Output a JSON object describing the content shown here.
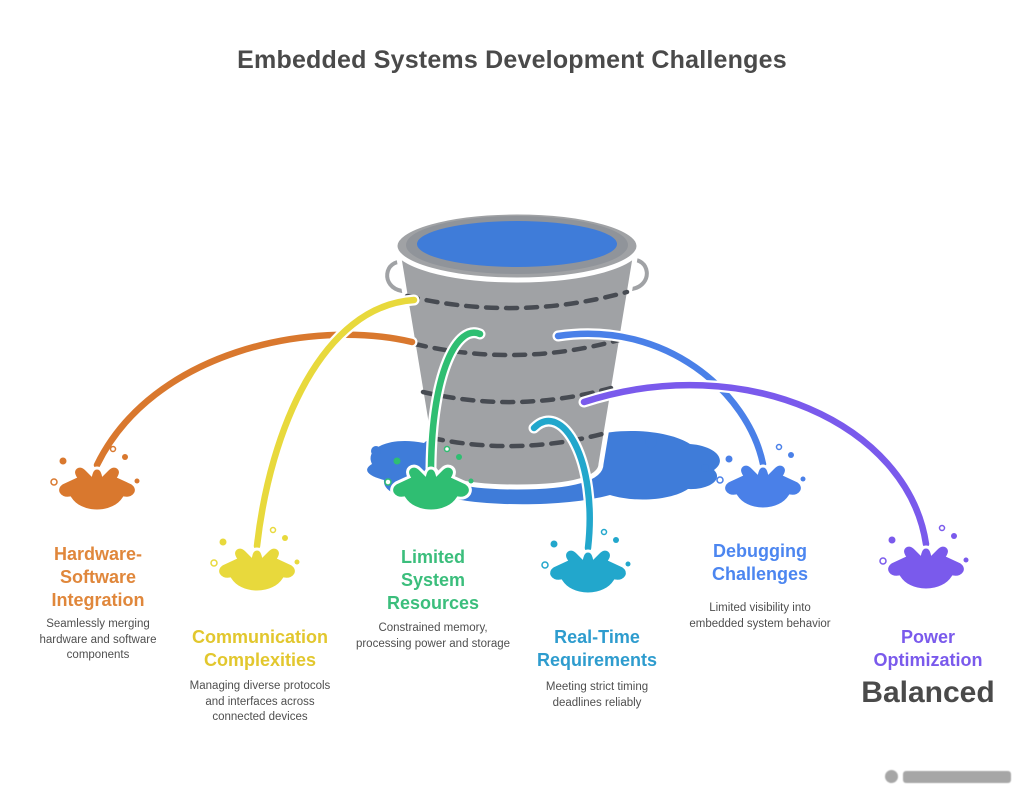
{
  "title": "Embedded Systems Development Challenges",
  "bucket": {
    "body_color": "#a0a2a5",
    "water_color": "#3f7cd9",
    "puddle_color": "#3f7cd9",
    "dash_color": "#474b52"
  },
  "challenges": [
    {
      "id": "hardware-software-integration",
      "label": "Hardware-Software Integration",
      "desc": "Seamlessly merging hardware and software components",
      "color": "#e0873b",
      "stream_color": "#d9782e"
    },
    {
      "id": "communication-complexities",
      "label": "Communication Complexities",
      "desc": "Managing diverse protocols and interfaces across connected devices",
      "color": "#e2c72e",
      "stream_color": "#e8d93c"
    },
    {
      "id": "limited-system-resources",
      "label": "Limited System Resources",
      "desc": "Constrained memory, processing power and storage",
      "color": "#3bbe7c",
      "stream_color": "#2fbe72"
    },
    {
      "id": "real-time-requirements",
      "label": "Real-Time Requirements",
      "desc": "Meeting strict timing deadlines reliably",
      "color": "#2e9cce",
      "stream_color": "#22a7cc"
    },
    {
      "id": "debugging-challenges",
      "label": "Debugging Challenges",
      "desc": "Limited visibility into embedded system behavior",
      "color": "#4c86f0",
      "stream_color": "#4a80e8"
    },
    {
      "id": "power-optimization",
      "label": "Power Optimization",
      "desc": "Balanced",
      "color": "#7a5aec",
      "stream_color": "#7a5aec"
    }
  ]
}
